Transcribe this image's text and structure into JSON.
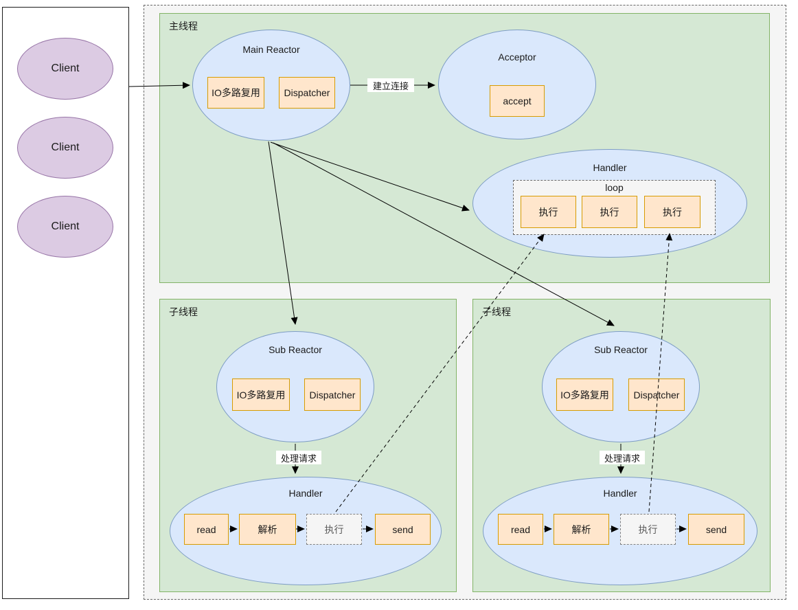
{
  "colors": {
    "client_fill": "#dccbe3",
    "client_stroke": "#9673a6",
    "node_fill": "#dae8fc",
    "node_stroke": "#7d9cc4",
    "step_fill": "#ffe6cc",
    "step_stroke": "#d79b00",
    "thread_fill": "#d5e8d4",
    "thread_stroke": "#82b366",
    "container_fill": "#f5f5f5"
  },
  "clients": [
    "Client",
    "Client",
    "Client"
  ],
  "main_thread": {
    "label": "主线程",
    "main_reactor": {
      "title": "Main Reactor",
      "io_multiplex": "IO多路复用",
      "dispatcher": "Dispatcher"
    },
    "acceptor": {
      "title": "Acceptor",
      "accept": "accept"
    },
    "handler": {
      "title": "Handler",
      "loop_label": "loop",
      "exec": [
        "执行",
        "执行",
        "执行"
      ]
    }
  },
  "edge_labels": {
    "establish": "建立连接",
    "handle_request_left": "处理请求",
    "handle_request_right": "处理请求"
  },
  "sub_thread_left": {
    "label": "子线程",
    "reactor": {
      "title": "Sub Reactor",
      "io_multiplex": "IO多路复用",
      "dispatcher": "Dispatcher"
    },
    "handler": {
      "title": "Handler",
      "steps": [
        "read",
        "解析",
        "执行",
        "send"
      ]
    }
  },
  "sub_thread_right": {
    "label": "子线程",
    "reactor": {
      "title": "Sub Reactor",
      "io_multiplex": "IO多路复用",
      "dispatcher": "Dispatcher"
    },
    "handler": {
      "title": "Handler",
      "steps": [
        "read",
        "解析",
        "执行",
        "send"
      ]
    }
  }
}
